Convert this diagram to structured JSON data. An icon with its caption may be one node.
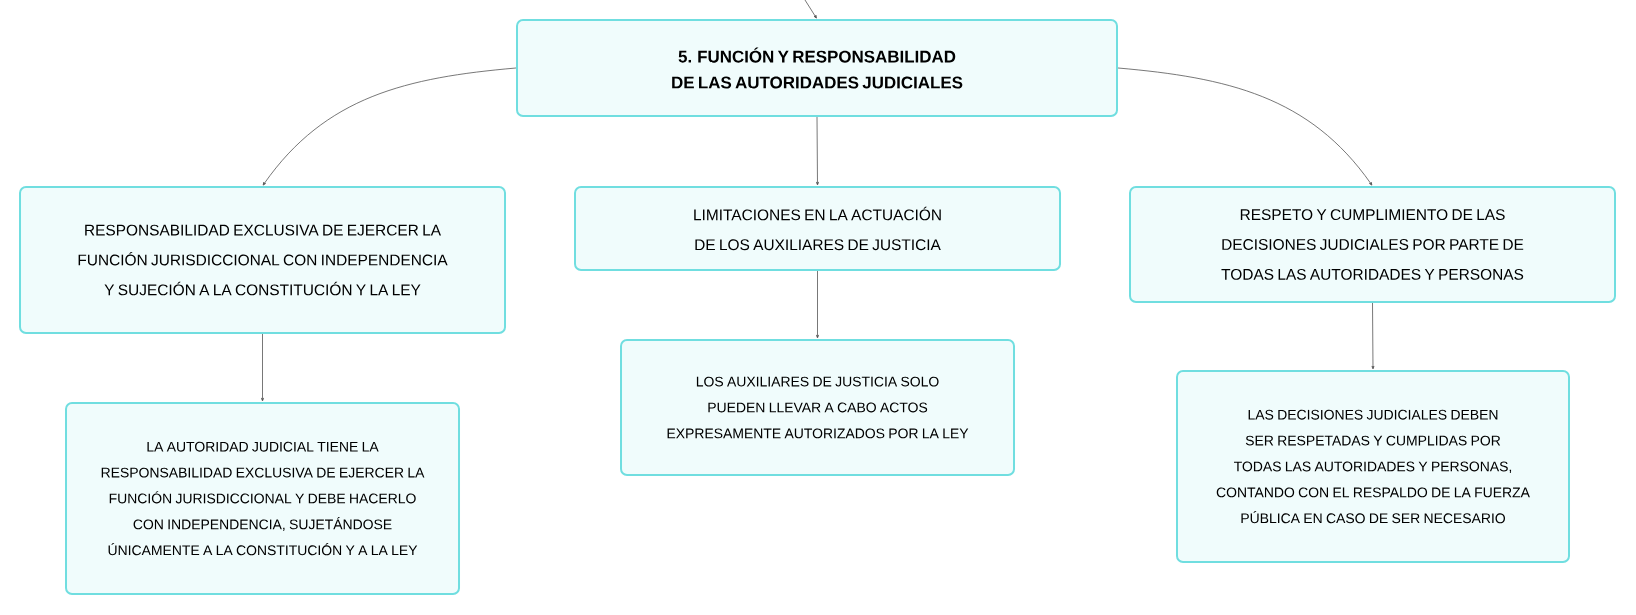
{
  "diagram": {
    "nodes": [
      {
        "text": [
          "5. FUNCIÓN Y RESPONSABILIDAD DE LAS AUTORIDADES JUDICIALES"
        ]
      },
      {
        "text": [
          "RESPONSABILIDAD EXCLUSIVA DE EJERCER LA FUNCIÓN JURISDICCIONAL CON INDEPENDENCIA Y SUJECIÓN A LA CONSTITUCIÓN Y LA LEY"
        ]
      },
      {
        "text": [
          "LIMITACIONES EN LA ACTUACIÓN DE LOS AUXILIARES DE JUSTICIA"
        ]
      },
      {
        "text": [
          "RESPETO Y CUMPLIMIENTO DE LAS DECISIONES JUDICIALES POR PARTE DE TODAS LAS AUTORIDADES Y PERSONAS"
        ]
      },
      {
        "text": [
          "LA AUTORIDAD JUDICIAL TIENE LA RESPONSABILIDAD EXCLUSIVA DE EJERCER LA FUNCIÓN JURISDICCIONAL Y DEBE HACERLO CON INDEPENDENCIA, SUJETÁNDOSE ÚNICAMENTE A LA CONSTITUCIÓN Y A LA LEY"
        ]
      },
      {
        "text": [
          "LOS AUXILIARES DE JUSTICIA SOLO PUEDEN LLEVAR A CABO ACTOS EXPRESAMENTE AUTORIZADOS POR LA LEY"
        ]
      },
      {
        "text": [
          "LAS DECISIONES JUDICIALES DEBEN SER RESPETADAS Y CUMPLIDAS POR TODAS LAS AUTORIDADES Y PERSONAS, CONTANDO CON EL RESPALDO DE LA FUERZA PÚBLICA EN CASO DE SER NECESARIO"
        ]
      }
    ],
    "edges": [
      {
        "from": null,
        "to": 0,
        "arrow": "to"
      },
      {
        "from": 0,
        "to": 1,
        "arrow": "to"
      },
      {
        "from": 0,
        "to": 2,
        "arrow": "to"
      },
      {
        "from": 0,
        "to": 3,
        "arrow": "to"
      },
      {
        "from": 1,
        "to": 4,
        "arrow": "to"
      },
      {
        "from": 2,
        "to": 5,
        "arrow": "to"
      },
      {
        "from": 3,
        "to": 6,
        "arrow": "to"
      }
    ]
  }
}
